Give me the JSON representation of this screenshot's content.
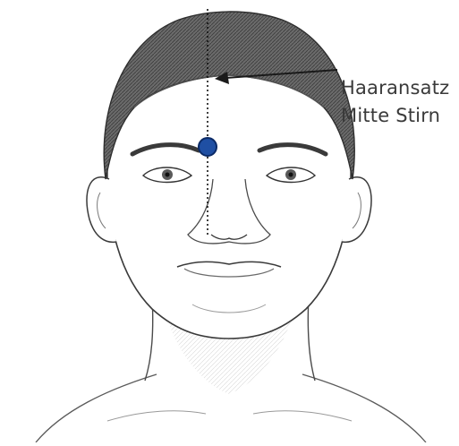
{
  "annotation": {
    "line1": "Haaransatz",
    "line2": "Mitte Stirn"
  },
  "marker": {
    "color": "#1f4fa3",
    "outline": "#0b2a66"
  },
  "figure": {
    "subject": "front-view-male-head-illustration",
    "line_color": "#2a2a2a"
  }
}
